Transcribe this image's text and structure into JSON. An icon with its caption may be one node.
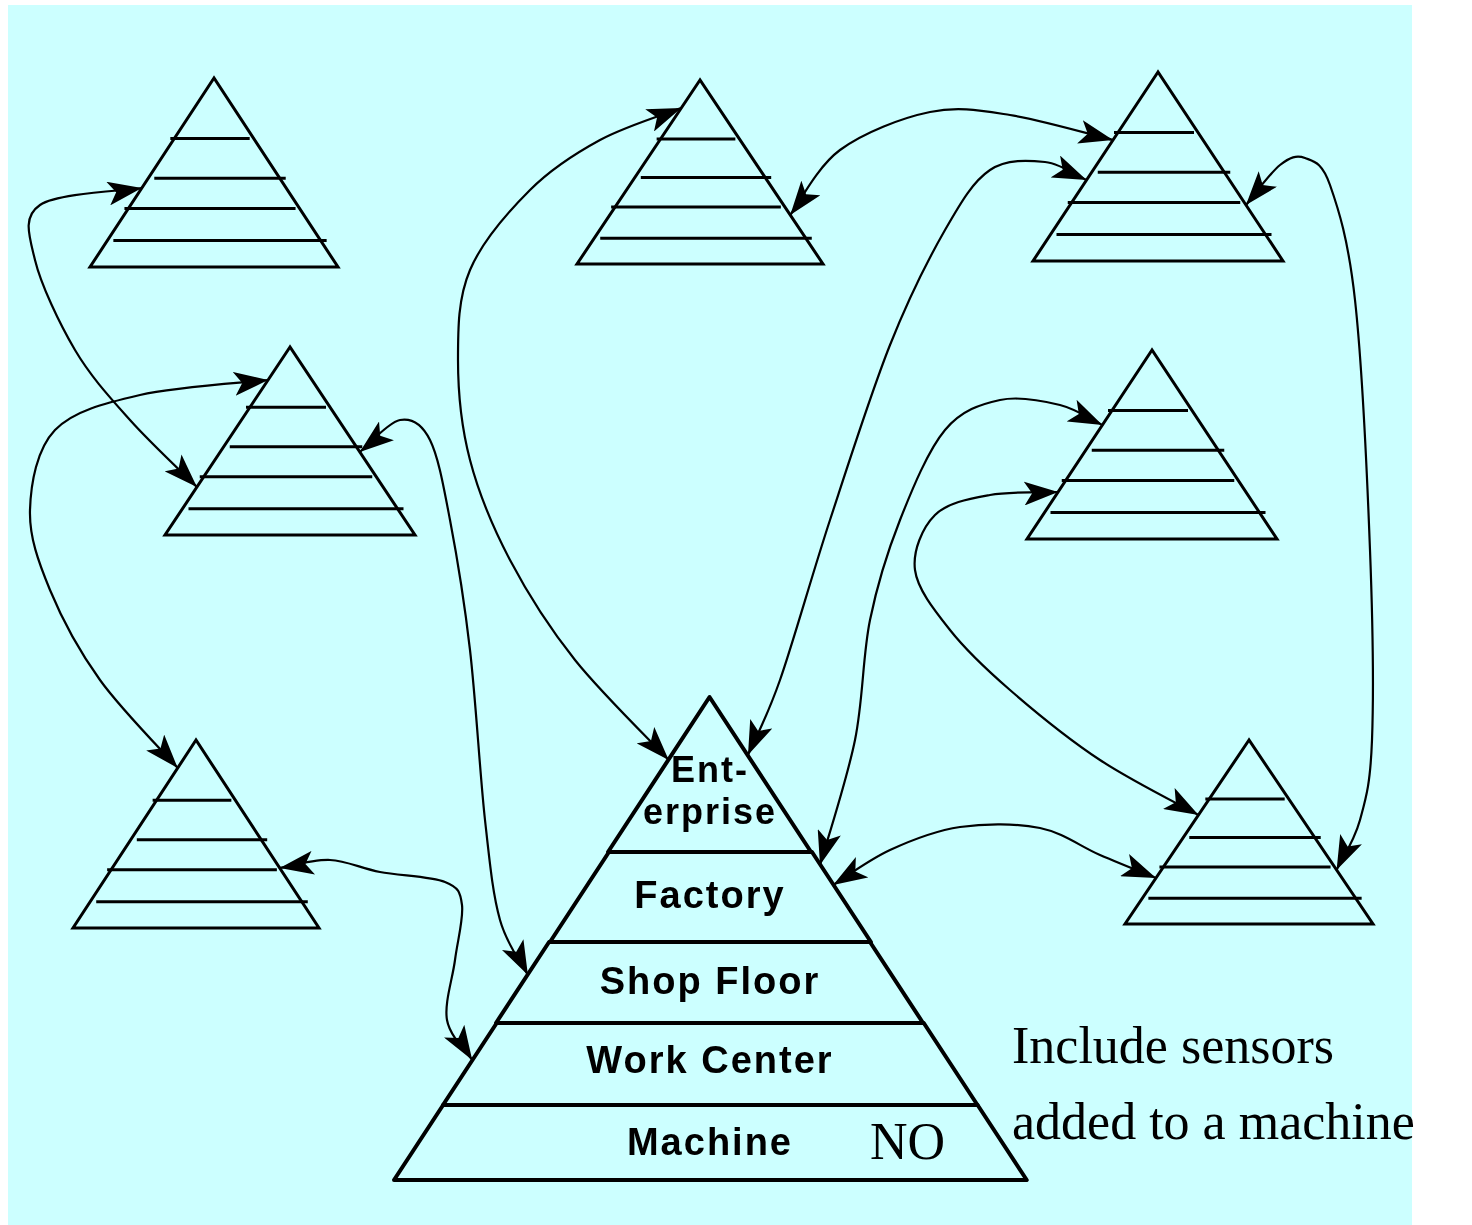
{
  "diagram": {
    "nodes": [
      {
        "text": [],
        "shape": "triangle"
      },
      {
        "text": [],
        "shape": "triangle"
      },
      {
        "text": [],
        "shape": "triangle"
      },
      {
        "text": [],
        "shape": "triangle"
      },
      {
        "text": [],
        "shape": "triangle"
      },
      {
        "text": [],
        "shape": "triangle"
      },
      {
        "text": [],
        "shape": "triangle"
      },
      {
        "text": [
          "Ent- erprise"
        ]
      },
      {
        "text": [
          "Factory"
        ]
      },
      {
        "text": [
          "Shop Floor"
        ]
      },
      {
        "text": [
          "Work Center"
        ]
      },
      {
        "text": [
          "Machine"
        ]
      }
    ],
    "edges": [
      {
        "from": 0,
        "to": 3,
        "arrow": "both"
      },
      {
        "from": 3,
        "to": 5,
        "arrow": "both"
      },
      {
        "from": 3,
        "to": 9,
        "arrow": "both"
      },
      {
        "from": 5,
        "to": 10,
        "arrow": "both"
      },
      {
        "from": 1,
        "to": 7,
        "arrow": "both"
      },
      {
        "from": 1,
        "to": 2,
        "arrow": "both"
      },
      {
        "from": 2,
        "to": 7,
        "arrow": "both"
      },
      {
        "from": 2,
        "to": 6,
        "arrow": "both"
      },
      {
        "from": 4,
        "to": 8,
        "arrow": "both"
      },
      {
        "from": 4,
        "to": 6,
        "arrow": "both"
      },
      {
        "from": 8,
        "to": 6,
        "arrow": "both"
      }
    ],
    "labels": [
      "Include sensors added to a machine",
      "NO"
    ]
  }
}
